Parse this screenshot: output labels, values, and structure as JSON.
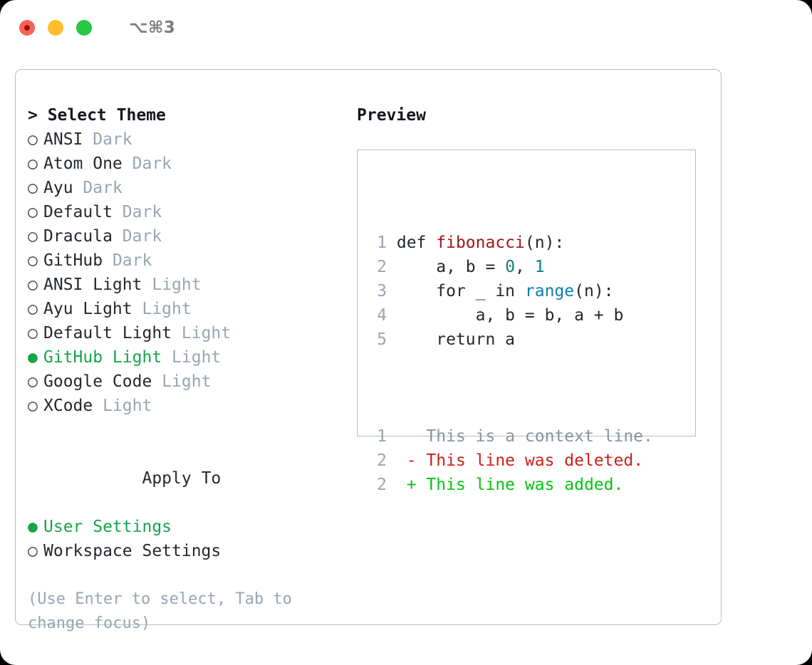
{
  "titlebar": {
    "shortcut": "⌥⌘3",
    "buttons": [
      "close",
      "minimize",
      "maximize"
    ]
  },
  "theme_list": {
    "header": "> Select Theme",
    "items": [
      {
        "marker": "○",
        "name": "ANSI",
        "category": "Dark",
        "selected": false
      },
      {
        "marker": "○",
        "name": "Atom One",
        "category": "Dark",
        "selected": false
      },
      {
        "marker": "○",
        "name": "Ayu",
        "category": "Dark",
        "selected": false
      },
      {
        "marker": "○",
        "name": "Default",
        "category": "Dark",
        "selected": false
      },
      {
        "marker": "○",
        "name": "Dracula",
        "category": "Dark",
        "selected": false
      },
      {
        "marker": "○",
        "name": "GitHub",
        "category": "Dark",
        "selected": false
      },
      {
        "marker": "○",
        "name": "ANSI Light",
        "category": "Light",
        "selected": false
      },
      {
        "marker": "○",
        "name": "Ayu Light",
        "category": "Light",
        "selected": false
      },
      {
        "marker": "○",
        "name": "Default Light",
        "category": "Light",
        "selected": false
      },
      {
        "marker": "●",
        "name": "GitHub Light",
        "category": "Light",
        "selected": true
      },
      {
        "marker": "○",
        "name": "Google Code",
        "category": "Light",
        "selected": false
      },
      {
        "marker": "○",
        "name": "XCode",
        "category": "Light",
        "selected": false
      }
    ]
  },
  "apply_to": {
    "label": "Apply To",
    "items": [
      {
        "marker": "●",
        "name": "User Settings",
        "selected": true
      },
      {
        "marker": "○",
        "name": "Workspace Settings",
        "selected": false
      }
    ]
  },
  "hint": "(Use Enter to select, Tab to change focus)",
  "preview": {
    "title": "Preview",
    "code_lines": [
      {
        "number": "1",
        "segments": [
          {
            "text": "def ",
            "token": "plain"
          },
          {
            "text": "fibonacci",
            "token": "fn"
          },
          {
            "text": "(n):",
            "token": "plain"
          }
        ]
      },
      {
        "number": "2",
        "segments": [
          {
            "text": "    a, b = ",
            "token": "plain"
          },
          {
            "text": "0",
            "token": "num"
          },
          {
            "text": ", ",
            "token": "plain"
          },
          {
            "text": "1",
            "token": "num"
          }
        ]
      },
      {
        "number": "3",
        "segments": [
          {
            "text": "    for _ in ",
            "token": "plain"
          },
          {
            "text": "range",
            "token": "call"
          },
          {
            "text": "(n):",
            "token": "plain"
          }
        ]
      },
      {
        "number": "4",
        "segments": [
          {
            "text": "        a, b = b, a + b",
            "token": "plain"
          }
        ]
      },
      {
        "number": "5",
        "segments": [
          {
            "text": "    return a",
            "token": "plain"
          }
        ]
      }
    ],
    "diff_lines": [
      {
        "number": "1",
        "sign": " ",
        "text": " This is a context line.",
        "kind": "ctx"
      },
      {
        "number": "2",
        "sign": "-",
        "text": " This line was deleted.",
        "kind": "del"
      },
      {
        "number": "2",
        "sign": "+",
        "text": " This line was added.",
        "kind": "add"
      }
    ]
  },
  "colors": {
    "accent_green": "#17a44a",
    "diff_add": "#06c40e",
    "diff_del": "#cc1f1a",
    "function_red": "#a31515",
    "call_blue": "#0d7db8",
    "number_teal": "#0f7d7d",
    "muted": "#9aa4b2",
    "border": "#b5bdc8"
  }
}
